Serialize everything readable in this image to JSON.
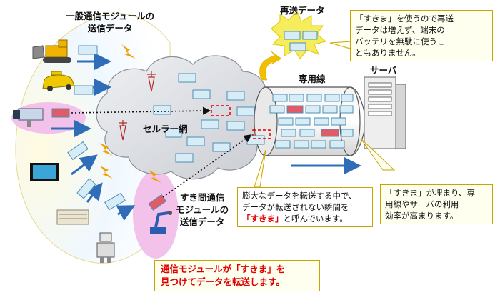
{
  "labels": {
    "general_module": [
      "一般通信モジュールの",
      "送信データ"
    ],
    "resend_data": "再送データ",
    "dedicated_line": "専用線",
    "server": "サーバ",
    "cellular_network": "セルラー網",
    "gap_module": [
      "すき間通信",
      "モジュールの",
      "送信データ"
    ]
  },
  "callouts": {
    "battery": [
      "「すきま」を使うので再送",
      "データは増えず、端末の",
      "バッテリを無駄に使うこ",
      "ともありません。"
    ],
    "efficiency": [
      "「すきま」が埋まり、専",
      "用線やサーバの利用",
      "効率が高まります。"
    ],
    "gap_explain": {
      "line1": "膨大なデータを転送する中で、",
      "line2": "データが転送されない瞬間を",
      "quoted": "「すきま」",
      "tail": "と呼んでいます。"
    },
    "transfer": [
      "通信モジュールが「すきま」を",
      "見つけてデータを転送します。"
    ]
  },
  "colors": {
    "packet": "#d6ecf6",
    "packet_border": "#4f8fb3",
    "packet_red": "#e05a68",
    "arrow": "#2f6db8",
    "highlight": "#f2c2ea",
    "callout_bg": "#fffff0",
    "callout_border": "#c9a400",
    "burst": "#f6ed5c",
    "lightning": "#f0a000",
    "red_text": "#e00000"
  },
  "icons": [
    "bulldozer-icon",
    "taxi-icon",
    "security-camera-icon",
    "photo-frame-icon",
    "air-conditioner-icon",
    "robot-icon",
    "robot-arm-icon",
    "antenna-tower-icon",
    "lightning-icon",
    "server-rack-icon"
  ]
}
